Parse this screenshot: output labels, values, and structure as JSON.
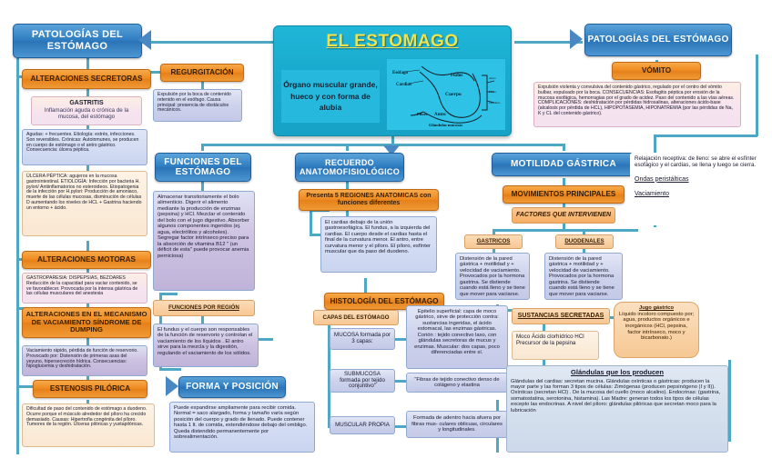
{
  "hero": {
    "title": "EL ESTOMAGO",
    "subtitle": "Órgano muscular grande, hueco y con forma de alubia",
    "diagram_labels": [
      "Esófago",
      "Fudus",
      "Cardias",
      "Cuerpo",
      "Antro",
      "Píloro",
      "Píloro",
      "Duodeno",
      "Glándulas mucosas"
    ]
  },
  "left_branch": {
    "header": "PATOLOGÍAS  DEL ESTÓMAGO",
    "nodes": [
      {
        "header": "ALTERACIONES SECRETORAS",
        "sub_header": "GASTRITIS",
        "sub_text": "Inflamación aguda o crónica de la mucosa, del estómago",
        "detail": "Agudas: + frecuentes. Etiología: estrés, infecciones. Son reversibles.  Crónicas: Autoinmunes, se producen en cuerpo de estómago o el antro gástrico. Consecuencia: úlcera péptica.",
        "detail2": "ÚLCERA PÉPTICA:  agujeros en la mucosa gastrointestinal. ETIOLOGÍA: Infección por bacteria H. pylori/ Antiinflamatorios no esteroideos. Etiopatogenia de la infección por H.pylori: Producción de amoniaco, muerte de las células mucosas, disminución de células D aumentando los niveles de HCL + Gastrina haciendo un entorno + ácido."
      },
      {
        "header": "ALTERACIONES MOTORAS",
        "detail": "GASTROPARESIA: DISPEPSIAS, BEZOARES Reducción de la capacidad para vaciar contenido, se ve favorablecer. Provocada por la  intensa gástrica de las células musculares del anestesia"
      },
      {
        "header": "ALTERACIONES EN EL MECANISMO DE VACIAMIENTO SÍNDROME DE DUMPING",
        "detail": "Vaciamiento rápido, pérdida de función de reservorio. Provocado por: Distensión de primeras asas del yeyuno, hipersecreción hídrica. Consecuencias:  hipoglucemia y deshidratación."
      },
      {
        "header": "ESTENOSIS PILÓRICA",
        "detail": "Dificultad de paso del contenido de estómago a duodeno. Ocurre porque el músculo alrededor del píloro ha crecido demasiado. Causas: Hipertrofia congénita del píloro. Tumores de la región. Úlceras pilóricas y yuxtapilóricas."
      }
    ],
    "regurgitation": {
      "header": "REGURGITACIÓN",
      "detail": "Expulsión por la boca de contenido retenido en el esófago. Causa principal: presencia de obstáculos mecánicos."
    }
  },
  "right_branch": {
    "header": "PATOLOGÍAS  DEL ESTÓMAGO",
    "vomit": {
      "header": "VÓMITO",
      "detail": "Expulsión violenta y convulsiva del contenido gástrico, regulado por el centro del vómito bulbar, expulsado por la boca. CONSECUENCIAS: Esofagitis péptica por erosión de la mucosa esofágica, hemorragias por el grado de acidez. Paso del contenido a las vías aéreas. COMPLICACIONES: deshidratación por pérdidas hidrosalinas, alteraciones ácido-base (alcalosis por pérdida de HCL), HIPOPOTASEMIA, HIPONATREMIA (por las pérdidas de Na, K y CL del contenido gástrico)."
    }
  },
  "funciones": {
    "header": "FUNCIONES DEL ESTÓMAGO",
    "detail": "Almacenar transitoriamente el bolo alimenticio. Digerir el alimento mediante la producción de enzimas (pepsina) y HCl. Mezclar el contenido del bolo con el jugo digestivo. Absorber algunos componentes ingeridos (ej. agua, electrólitos y alcoholes). Segregar factor intrínseco preciso para la absorción de vitamina B12 \" (un déficit de esta\" puede provocar anemia perniciosa)",
    "sub_header": "FUNCIONES POR REGIÓN",
    "sub_detail": "El fundus y el cuerpo son responsables de la función de reservorio y controlan el vaciamiento de los líquidos .  El antro sirve para la mezcla y la digestión, regulando el vaciamiento de los sólidos."
  },
  "forma": {
    "header": "FORMA Y POSICIÓN",
    "detail": "Puede expandirse ampliamente para recibir comida. Normal = saco alargado, forma y tamaño varía según posición del cuerpo y grado de llenado.  Puede contener hasta 1 lt. de comida, extendiéndose debajo del ombligo. Queda distendido permanentemente por sobrealimentación."
  },
  "recuerdo": {
    "header": "RECUERDO ANATOMOFISIOLÓGICO",
    "regiones_header": "Presenta 5 REGIONES  ANATOMICAS con funciones diferentes",
    "regiones_detail": "El cardias debajo de la unión gastroesofágica. El fundus, a la izquierda del cardias. El cuerpo desde el cardias hasta el final de la curvatura menor. El antro, entre curvatura menor y el píloro. El píloro, esfínter muscular que da paso del duodeno.",
    "histologia_header": "HISTOLOGÍA DEL ESTÓMAGO",
    "capas_header": "CAPAS DEL ESTÓMAGO",
    "capas": [
      {
        "name": "MUCOSA formada por 3 capas:",
        "detail": "Epitelio superficial: capa de moco gástrico, sirve de protección contra: sustancias ingeridas, el ácido estomacal, las enzimas gástricas. Corión : tejido conectivo laxo, con glándulas secretoras de mucus y enzimas. Muscular: dos capas, poco diferenciadas entre sí."
      },
      {
        "name": "SUBMUCOSA formada por tejido conjuntivo\"",
        "detail": "\"Fibras de tejido conectivo denso de colágeno y elastina"
      },
      {
        "name": "MUSCULAR PROPIA",
        "detail": "Formada de adentro hacia afuera por fibras mus- culares oblicuas, circulares y longitudinales."
      }
    ]
  },
  "motilidad": {
    "header": "MOTILIDAD GÁSTRICA",
    "movimientos_header": "MOVIMIENTOS PRINCIPALES",
    "factores_header": "FACTORES QUE INTERVIENEN",
    "gastricos_header": "GASTRICOS",
    "gastricos_detail": "Distensión de la pared gástrica + motilidad y + velocidad de vaciamiento. Provocados por la hormona gastrina. Se distiende cuando está lleno y se tiene que mover para vaciarse.",
    "duodenales_header": "DUODENALES",
    "duodenales_detail": "Distensión de la pared gástrica + motilidad y + velocidad de vaciamiento. Provocados por la hormona gastrina. Se distiende cuando está lleno y se tiene que mover para vaciarse.",
    "movimientos_list": [
      "Relajación receptiva: de lleno: se abre el esfínter esofágico y el cardias, se llena y luego se cierra.",
      "Ondas peristálticas",
      "Vaciamiento"
    ]
  },
  "sustancias": {
    "header": "SUSTANCIAS SECRETADAS",
    "detail": "Moco Ácido clorhídrico HCl Precursor de la pepsina",
    "bubble_title": "Jugo gástrico",
    "bubble_detail": "Líquido incoloro compuesto por; agua, productos orgánicos e inorgánicos (HCl, pepsina, factor intrínseco, moco y bicarbonato.)",
    "glandulas_header": "Glándulas que los producen",
    "glandulas_detail": "Glándulas del cardias: secretan mucina.  Glándulas oxínticas o gástricas: producen la mayor parte y las forman 3 tipos de células: Zimógenas (producen pepsinógeno (I y II)). Oxínticas (secretan HCl) . De la mucosa del cuello (moco alcalino). Endocrinas: (gastrina, somatostatina, serotonina, histamina). Las Madre: generan todos los tipos de células excepto las endocrinas. A nivel del píloro: glándulas pilóricas que secretan moco para la lubricación"
  }
}
